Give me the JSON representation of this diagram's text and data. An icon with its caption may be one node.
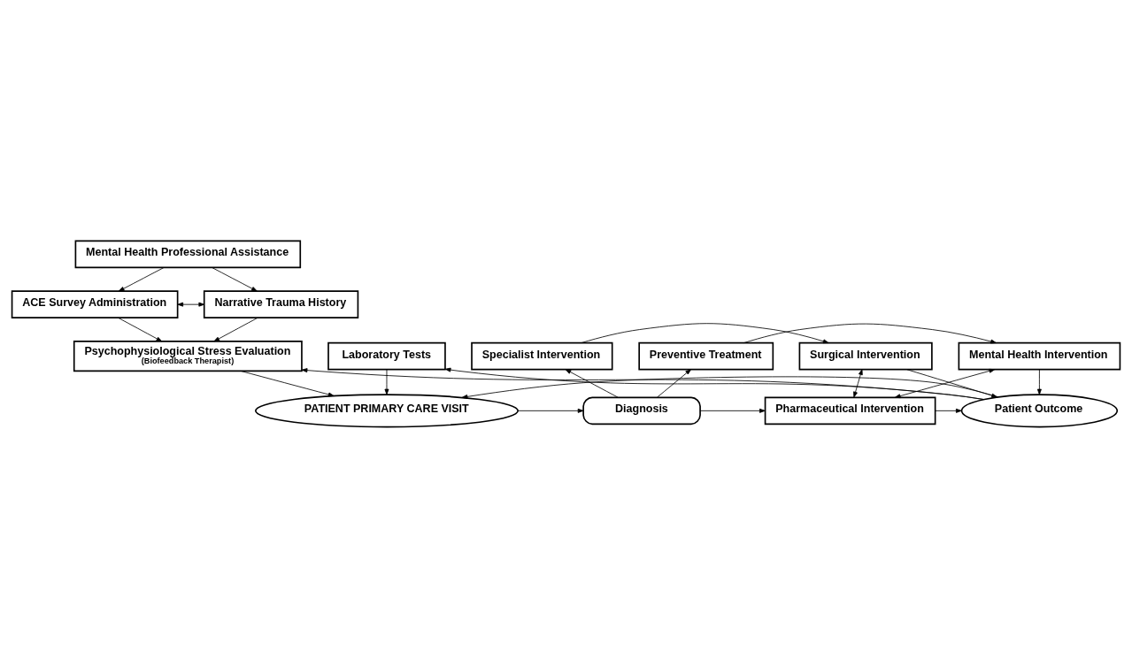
{
  "diagram": {
    "nodes": [
      {
        "text": [
          "Mental Health Professional Assistance"
        ]
      },
      {
        "text": [
          "ACE Survey Administration"
        ]
      },
      {
        "text": [
          "Narrative Trauma History"
        ]
      },
      {
        "text": [
          "Psychophysiological Stress Evaluation",
          "(Biofeedback Therapist)"
        ]
      },
      {
        "text": [
          "PATIENT PRIMARY CARE VISIT"
        ]
      },
      {
        "text": [
          "Laboratory Tests"
        ]
      },
      {
        "text": [
          "Diagnosis"
        ]
      },
      {
        "text": [
          "Specialist Intervention"
        ]
      },
      {
        "text": [
          "Surgical Intervention"
        ]
      },
      {
        "text": [
          "Pharmaceutical Intervention"
        ]
      },
      {
        "text": [
          "Preventive Treatment"
        ]
      },
      {
        "text": [
          "Mental Health Intervention"
        ]
      },
      {
        "text": [
          "Patient Outcome"
        ]
      }
    ],
    "edges": [
      {
        "from": 0,
        "to": 1,
        "arrow": "to"
      },
      {
        "from": 0,
        "to": 2,
        "arrow": "to"
      },
      {
        "from": 1,
        "to": 2,
        "arrow": "both"
      },
      {
        "from": 1,
        "to": 3,
        "arrow": "to"
      },
      {
        "from": 2,
        "to": 3,
        "arrow": "to"
      },
      {
        "from": 3,
        "to": 4,
        "arrow": "to"
      },
      {
        "from": 5,
        "to": 4,
        "arrow": "to"
      },
      {
        "from": 4,
        "to": 6,
        "arrow": "to"
      },
      {
        "from": 6,
        "to": 7,
        "arrow": "to"
      },
      {
        "from": 6,
        "to": 9,
        "arrow": "to"
      },
      {
        "from": 6,
        "to": 10,
        "arrow": "to"
      },
      {
        "from": 7,
        "to": 8,
        "arrow": "to"
      },
      {
        "from": 8,
        "to": 9,
        "arrow": "both"
      },
      {
        "from": 9,
        "to": 11,
        "arrow": "both"
      },
      {
        "from": 10,
        "to": 11,
        "arrow": "to"
      },
      {
        "from": 8,
        "to": 12,
        "arrow": "to"
      },
      {
        "from": 9,
        "to": 12,
        "arrow": "to"
      },
      {
        "from": 11,
        "to": 12,
        "arrow": "to"
      },
      {
        "from": 12,
        "to": 5,
        "arrow": "to"
      },
      {
        "from": 12,
        "to": 3,
        "arrow": "to"
      },
      {
        "from": 12,
        "to": 4,
        "arrow": "to"
      }
    ]
  }
}
